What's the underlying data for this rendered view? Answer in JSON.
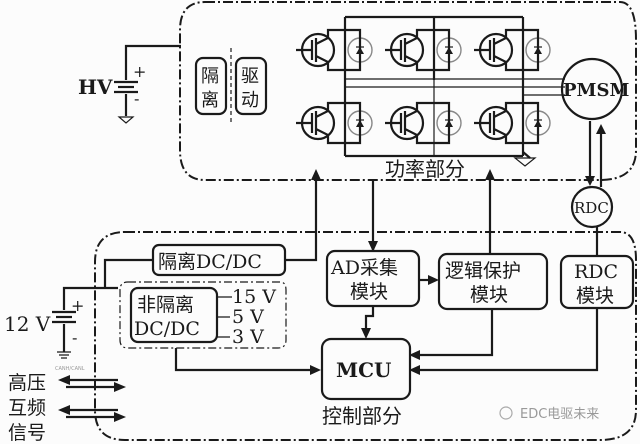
{
  "diagram": {
    "power_section": {
      "label": "功率部分",
      "hv_label": "HV",
      "plus": "+",
      "minus": "-",
      "isolation_label": [
        "隔",
        "离"
      ],
      "driver_label": [
        "驱",
        "动"
      ],
      "motor_label": "PMSM",
      "switch_count": 6
    },
    "control_section": {
      "label": "控制部分",
      "battery_label": "12 V",
      "plus": "+",
      "minus": "-",
      "isolated_dcdc": "隔离DC/DC",
      "non_isolated_dcdc": [
        "非隔离",
        "DC/DC"
      ],
      "voltages": [
        "15 V",
        "5 V",
        "3 V"
      ],
      "ad_module": [
        "AD采集",
        "模块"
      ],
      "logic_protect_module": [
        "逻辑保护",
        "模块"
      ],
      "rdc_module": [
        "RDC",
        "模块"
      ],
      "mcu": "MCU",
      "can_label": "CANH/CANL",
      "hv_signal_label": [
        "高压",
        "互频",
        "信号"
      ]
    },
    "rdc_sensor": "RDC",
    "watermark": "EDC电驱未来"
  }
}
